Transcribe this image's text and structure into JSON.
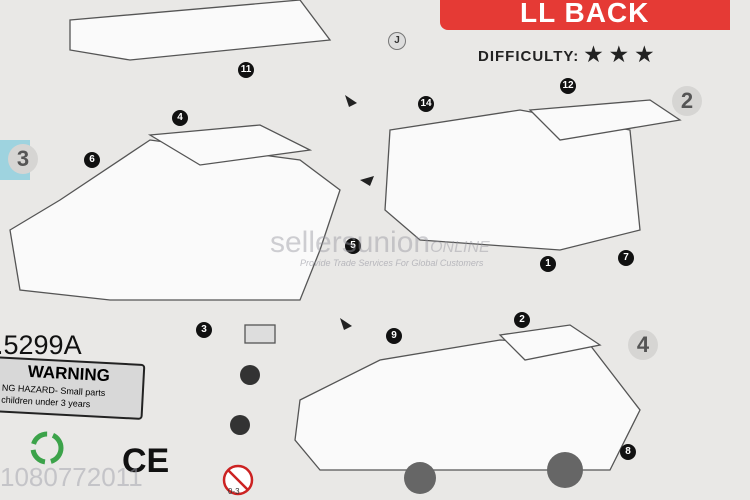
{
  "header": {
    "banner_text": "LL BACK",
    "difficulty_label": "DIFFICULTY:",
    "difficulty_stars": 3
  },
  "steps": [
    {
      "number": "2"
    },
    {
      "number": "3"
    },
    {
      "number": "4"
    }
  ],
  "part_badges": [
    "11",
    "J",
    "14",
    "12",
    "4",
    "6",
    "5",
    "1",
    "7",
    "3",
    "2",
    "9",
    "8"
  ],
  "model_number": ".5299A",
  "warning": {
    "title": "WARNING",
    "line1": "NG HAZARD- Small parts",
    "line2": "children under 3 years"
  },
  "marks": {
    "recycle": "recycle-icon",
    "ce": "CE",
    "age": "0-3"
  },
  "watermark": {
    "brand": "sellersunion",
    "brand_suffix": "ONLINE",
    "tagline": "Provide Trade Services For Global Customers",
    "id": "1080772011"
  }
}
